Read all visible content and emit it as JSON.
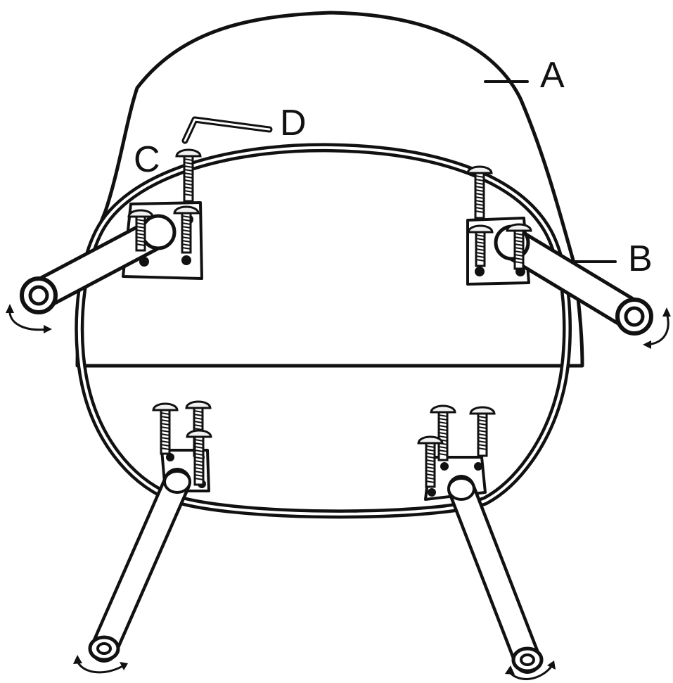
{
  "labels": {
    "a": "A",
    "b": "B",
    "c": "C",
    "d": "D"
  },
  "colors": {
    "ink": "#111111",
    "paper": "#ffffff",
    "bolt_head": "#f2f2f2"
  }
}
